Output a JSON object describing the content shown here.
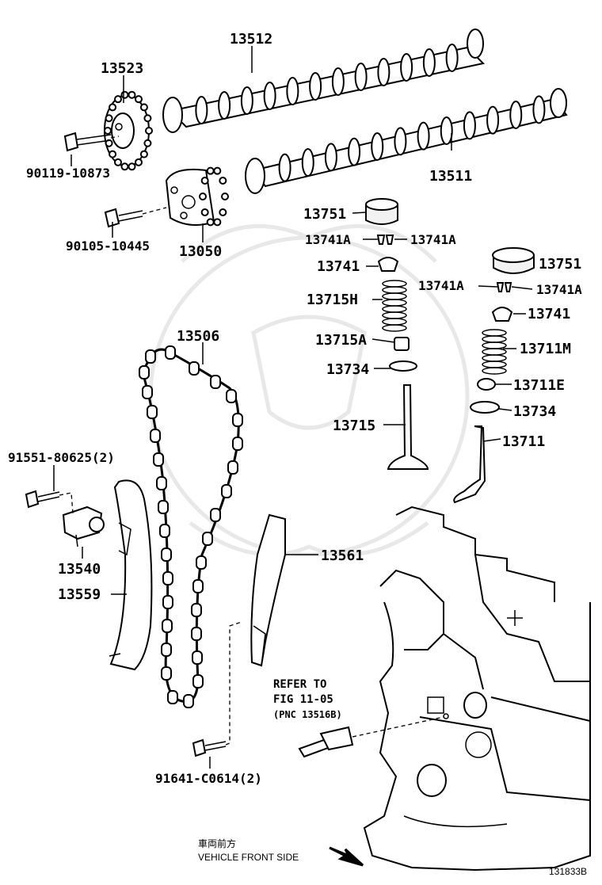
{
  "diagram": {
    "part_labels": {
      "p13512": "13512",
      "p13523": "13523",
      "p90119": "90119-10873",
      "p13511": "13511",
      "p90105": "90105-10445",
      "p13050": "13050",
      "p13751a": "13751",
      "p13741Aa1": "13741A",
      "p13741Aa2": "13741A",
      "p13741a": "13741",
      "p13751b": "13751",
      "p13741Ab1": "13741A",
      "p13741Ab2": "13741A",
      "p13715H": "13715H",
      "p13741b": "13741",
      "p13506": "13506",
      "p13715A": "13715A",
      "p13711M": "13711M",
      "p13734a": "13734",
      "p13711E": "13711E",
      "p13734b": "13734",
      "p13715": "13715",
      "p13711": "13711",
      "p91551": "91551-80625(2)",
      "p13561": "13561",
      "p13540": "13540",
      "p13559": "13559",
      "p91641": "91641-C0614(2)"
    },
    "refer": {
      "line1": "REFER TO",
      "line2": "FIG 11-05",
      "line3": "(PNC 13516B)"
    },
    "direction": {
      "japanese": "車両前方",
      "english": "VEHICLE FRONT SIDE"
    },
    "figure_number": "131833B"
  }
}
